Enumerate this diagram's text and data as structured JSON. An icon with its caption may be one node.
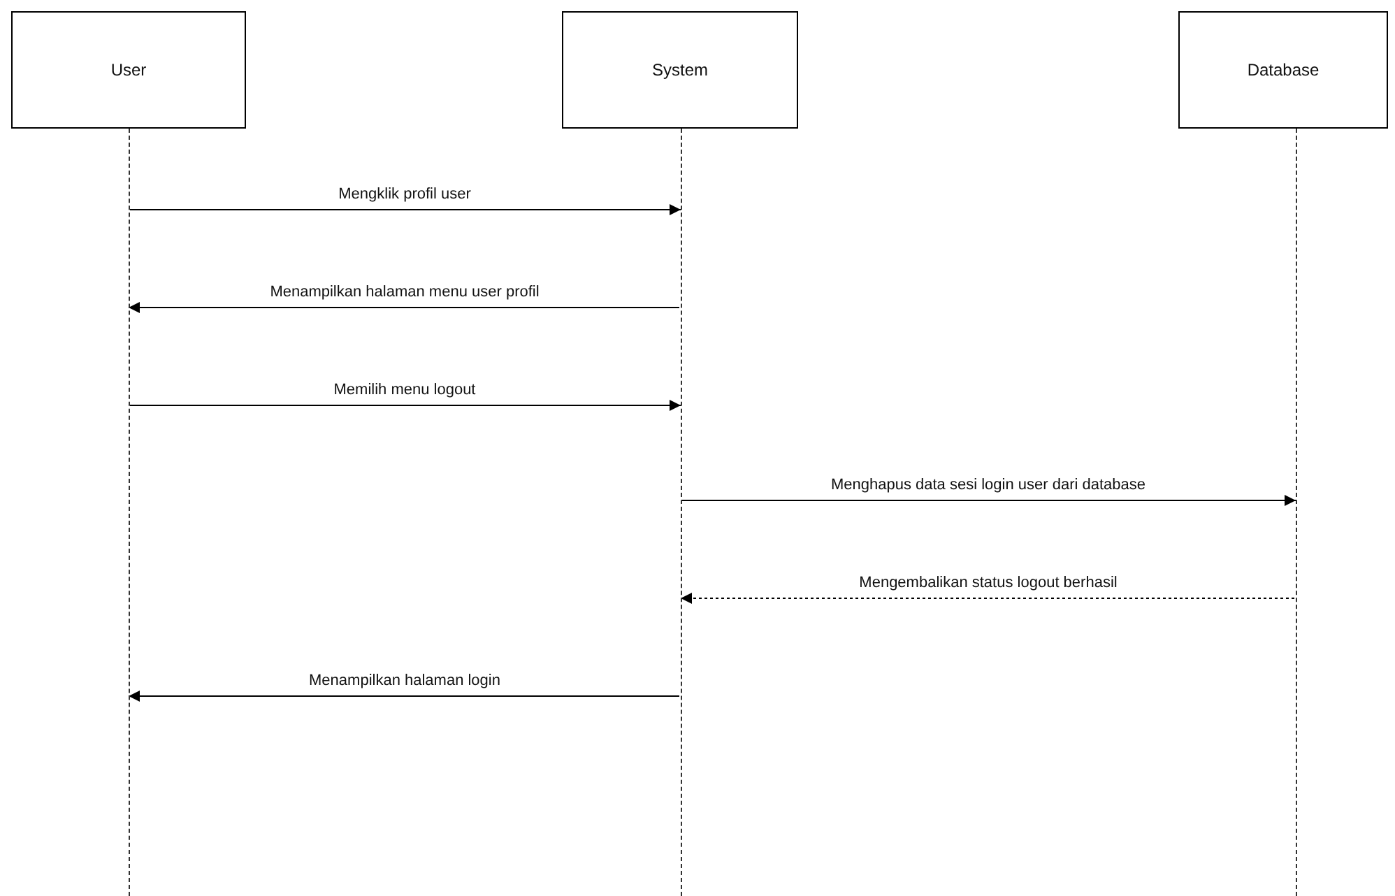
{
  "diagram": {
    "nodes": [
      {
        "text": [
          "User"
        ]
      },
      {
        "text": [
          "System"
        ]
      },
      {
        "text": [
          "Database"
        ]
      },
      {
        "text": [],
        "shape": "bar"
      },
      {
        "text": [],
        "shape": "bar"
      },
      {
        "text": [],
        "shape": "bar"
      }
    ],
    "edges": [
      {
        "from": 3,
        "to": 4,
        "arrow": "to",
        "label": "Mengklik profil user"
      },
      {
        "from": 4,
        "to": 3,
        "arrow": "to",
        "label": "Menampilkan halaman menu user profil"
      },
      {
        "from": 3,
        "to": 4,
        "arrow": "to",
        "label": "Memilih menu logout"
      },
      {
        "from": 4,
        "to": 5,
        "arrow": "to",
        "label": "Menghapus data sesi login user dari database"
      },
      {
        "from": 5,
        "to": 4,
        "arrow": "to",
        "label": "Mengembalikan status logout berhasil",
        "style": "dashed"
      },
      {
        "from": 4,
        "to": 3,
        "arrow": "to",
        "label": "Menampilkan halaman login"
      }
    ]
  }
}
